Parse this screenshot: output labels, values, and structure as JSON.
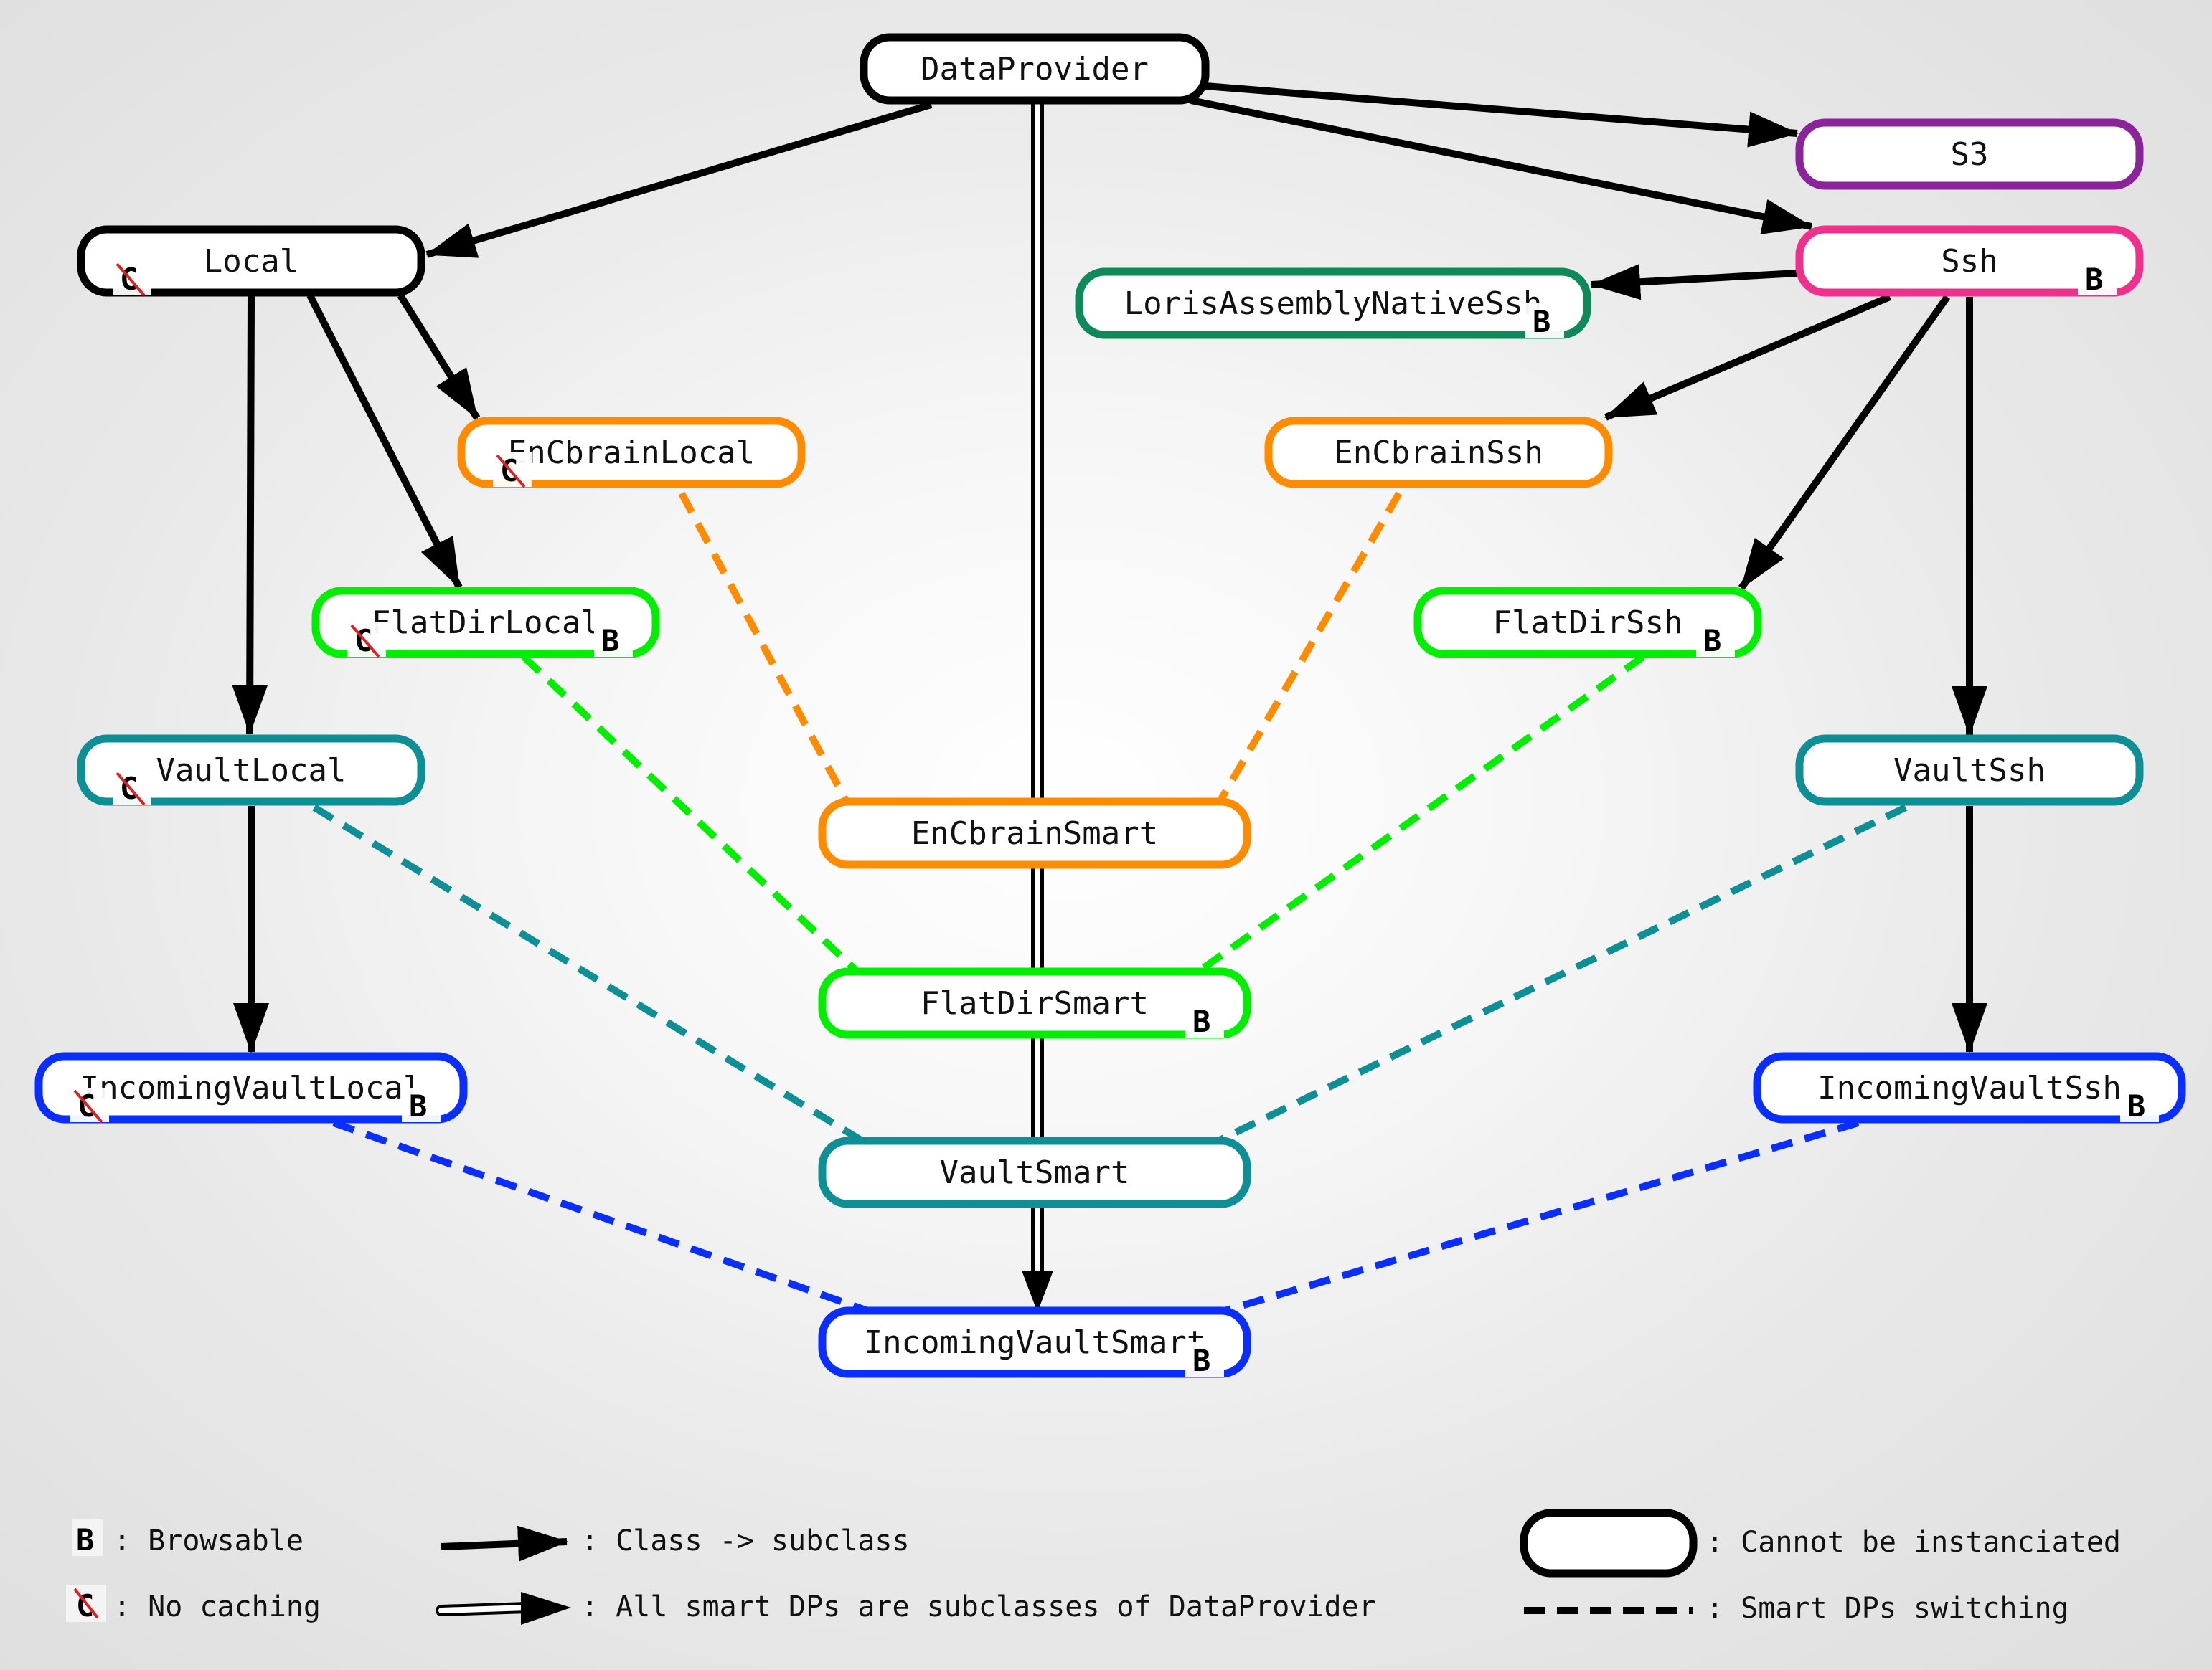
{
  "nodes": [
    {
      "id": "DataProvider",
      "label": "DataProvider",
      "color": "#000000",
      "browsable": false,
      "no_caching": false
    },
    {
      "id": "S3",
      "label": "S3",
      "color": "#8b239a",
      "browsable": false,
      "no_caching": false
    },
    {
      "id": "Ssh",
      "label": "Ssh",
      "color": "#f0308c",
      "browsable": true,
      "no_caching": false
    },
    {
      "id": "Local",
      "label": "Local",
      "color": "#000000",
      "browsable": false,
      "no_caching": true
    },
    {
      "id": "LorisAssemblyNativeSsh",
      "label": "LorisAssemblyNativeSsh",
      "color": "#0e8a5a",
      "browsable": true,
      "no_caching": false
    },
    {
      "id": "EnCbrainLocal",
      "label": "EnCbrainLocal",
      "color": "#ff8c00",
      "browsable": false,
      "no_caching": true
    },
    {
      "id": "EnCbrainSsh",
      "label": "EnCbrainSsh",
      "color": "#ff8c00",
      "browsable": false,
      "no_caching": false
    },
    {
      "id": "FlatDirLocal",
      "label": "FlatDirLocal",
      "color": "#00ee00",
      "browsable": true,
      "no_caching": true
    },
    {
      "id": "FlatDirSsh",
      "label": "FlatDirSsh",
      "color": "#00ee00",
      "browsable": true,
      "no_caching": false
    },
    {
      "id": "VaultLocal",
      "label": "VaultLocal",
      "color": "#0d8f95",
      "browsable": false,
      "no_caching": true
    },
    {
      "id": "VaultSsh",
      "label": "VaultSsh",
      "color": "#0d8f95",
      "browsable": false,
      "no_caching": false
    },
    {
      "id": "EnCbrainSmart",
      "label": "EnCbrainSmart",
      "color": "#ff8c00",
      "browsable": false,
      "no_caching": false
    },
    {
      "id": "FlatDirSmart",
      "label": "FlatDirSmart",
      "color": "#00ee00",
      "browsable": true,
      "no_caching": false
    },
    {
      "id": "IncomingVaultLocal",
      "label": "IncomingVaultLocal",
      "color": "#0a2eff",
      "browsable": true,
      "no_caching": true
    },
    {
      "id": "IncomingVaultSsh",
      "label": "IncomingVaultSsh",
      "color": "#0a2eff",
      "browsable": true,
      "no_caching": false
    },
    {
      "id": "VaultSmart",
      "label": "VaultSmart",
      "color": "#0d8f95",
      "browsable": false,
      "no_caching": false
    },
    {
      "id": "IncomingVaultSmart",
      "label": "IncomingVaultSmart",
      "color": "#0a2eff",
      "browsable": true,
      "no_caching": false
    }
  ],
  "edges": [
    {
      "from": "DataProvider",
      "to": "Local",
      "type": "subclass"
    },
    {
      "from": "DataProvider",
      "to": "S3",
      "type": "subclass"
    },
    {
      "from": "DataProvider",
      "to": "Ssh",
      "type": "subclass"
    },
    {
      "from": "DataProvider",
      "to": "IncomingVaultSmart",
      "type": "smart-subclass"
    },
    {
      "from": "Ssh",
      "to": "LorisAssemblyNativeSsh",
      "type": "subclass"
    },
    {
      "from": "Ssh",
      "to": "EnCbrainSsh",
      "type": "subclass"
    },
    {
      "from": "Ssh",
      "to": "FlatDirSsh",
      "type": "subclass"
    },
    {
      "from": "Ssh",
      "to": "VaultSsh",
      "type": "subclass"
    },
    {
      "from": "VaultSsh",
      "to": "IncomingVaultSsh",
      "type": "subclass"
    },
    {
      "from": "Local",
      "to": "EnCbrainLocal",
      "type": "subclass"
    },
    {
      "from": "Local",
      "to": "FlatDirLocal",
      "type": "subclass"
    },
    {
      "from": "Local",
      "to": "VaultLocal",
      "type": "subclass"
    },
    {
      "from": "VaultLocal",
      "to": "IncomingVaultLocal",
      "type": "subclass"
    },
    {
      "from": "EnCbrainLocal",
      "to": "EnCbrainSmart",
      "type": "switching",
      "color": "#ff8c00"
    },
    {
      "from": "EnCbrainSsh",
      "to": "EnCbrainSmart",
      "type": "switching",
      "color": "#ff8c00"
    },
    {
      "from": "FlatDirLocal",
      "to": "FlatDirSmart",
      "type": "switching",
      "color": "#00ee00"
    },
    {
      "from": "FlatDirSsh",
      "to": "FlatDirSmart",
      "type": "switching",
      "color": "#00ee00"
    },
    {
      "from": "VaultLocal",
      "to": "VaultSmart",
      "type": "switching",
      "color": "#0d8f95"
    },
    {
      "from": "VaultSsh",
      "to": "VaultSmart",
      "type": "switching",
      "color": "#0d8f95"
    },
    {
      "from": "IncomingVaultLocal",
      "to": "IncomingVaultSmart",
      "type": "switching",
      "color": "#0a2eff"
    },
    {
      "from": "IncomingVaultSsh",
      "to": "IncomingVaultSmart",
      "type": "switching",
      "color": "#0a2eff"
    }
  ],
  "legend": {
    "badge_b": "B",
    "badge_c": "C",
    "browsable": ": Browsable",
    "no_caching": ": No caching",
    "class_subclass": ": Class -> subclass",
    "smart_subclass": ": All smart DPs are subclasses of DataProvider",
    "cannot_instantiate": ": Cannot be instanciated",
    "smart_switching": ": Smart DPs switching"
  }
}
